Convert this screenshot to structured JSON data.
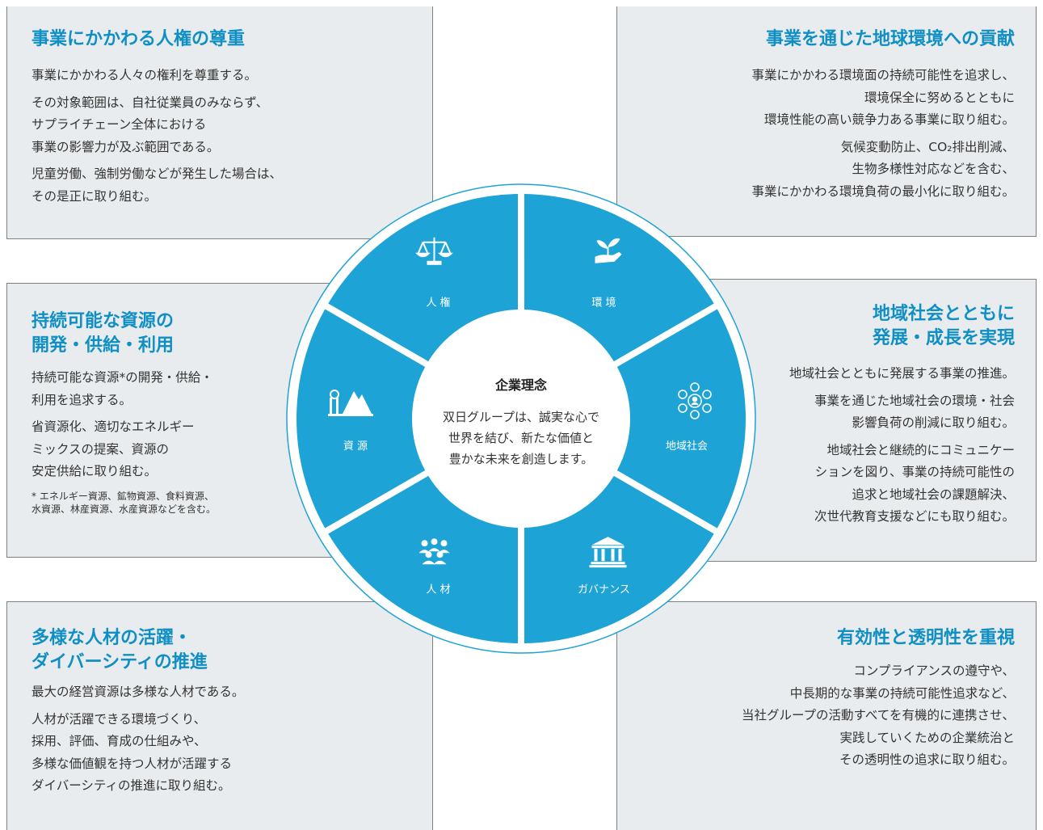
{
  "center": {
    "title": "企業理念",
    "lines": [
      "双日グループは、誠実な心で",
      "世界を結び、新たな価値と",
      "豊かな未来を創造します。"
    ]
  },
  "segments": [
    {
      "label": "人 権",
      "icon": "scales-icon"
    },
    {
      "label": "環 境",
      "icon": "plant-hand-icon"
    },
    {
      "label": "地域社会",
      "icon": "community-network-icon"
    },
    {
      "label": "ガバナンス",
      "icon": "institution-building-icon"
    },
    {
      "label": "人 材",
      "icon": "people-group-icon"
    },
    {
      "label": "資 源",
      "icon": "mine-mountain-icon"
    }
  ],
  "panels": {
    "human_rights": {
      "title": [
        "事業にかかわる人権の尊重"
      ],
      "paragraphs": [
        [
          "事業にかかわる人々の権利を尊重する。"
        ],
        [
          "その対象範囲は、自社従業員のみならず、",
          "サプライチェーン全体における",
          "事業の影響力が及ぶ範囲である。"
        ],
        [
          "児童労働、強制労働などが発生した場合は、",
          "その是正に取り組む。"
        ]
      ]
    },
    "environment": {
      "title": [
        "事業を通じた地球環境への貢献"
      ],
      "paragraphs": [
        [
          "事業にかかわる環境面の持続可能性を追求し、",
          "環境保全に努めるとともに",
          "環境性能の高い競争力ある事業に取り組む。"
        ],
        [
          "気候変動防止、CO₂排出削減、",
          "生物多様性対応などを含む、",
          "事業にかかわる環境負荷の最小化に取り組む。"
        ]
      ]
    },
    "resources": {
      "title": [
        "持続可能な資源の",
        "開発・供給・利用"
      ],
      "paragraphs": [
        [
          "持続可能な資源*の開発・供給・",
          "利用を追求する。"
        ],
        [
          "省資源化、適切なエネルギー",
          "ミックスの提案、資源の",
          "安定供給に取り組む。"
        ]
      ],
      "note": [
        "* エネルギー資源、鉱物資源、食料資源、",
        "水資源、林産資源、水産資源などを含む。"
      ]
    },
    "community": {
      "title": [
        "地域社会とともに",
        "発展・成長を実現"
      ],
      "paragraphs": [
        [
          "地域社会とともに発展する事業の推進。"
        ],
        [
          "事業を通じた地域社会の環境・社会",
          "影響負荷の削減に取り組む。"
        ],
        [
          "地域社会と継続的にコミュニケー",
          "ションを図り、事業の持続可能性の",
          "追求と地域社会の課題解決、",
          "次世代教育支援などにも取り組む。"
        ]
      ]
    },
    "people": {
      "title": [
        "多様な人材の活躍・",
        "ダイバーシティの推進"
      ],
      "paragraphs": [
        [
          "最大の経営資源は多様な人材である。"
        ],
        [
          "人材が活躍できる環境づくり、",
          "採用、評価、育成の仕組みや、",
          "多様な価値観を持つ人材が活躍する",
          "ダイバーシティの推進に取り組む。"
        ]
      ]
    },
    "governance": {
      "title": [
        "有効性と透明性を重視"
      ],
      "paragraphs": [
        [
          "コンプライアンスの遵守や、",
          "中長期的な事業の持続可能性追求など、",
          "当社グループの活動すべてを有機的に連携させ、",
          "実践していくための企業統治と",
          "その透明性の追求に取り組む。"
        ]
      ]
    }
  },
  "colors": {
    "accent": "#0f8fc4",
    "segment": "#1ea3d6",
    "panel_bg": "#e9ecee",
    "panel_border": "#7c8184"
  }
}
